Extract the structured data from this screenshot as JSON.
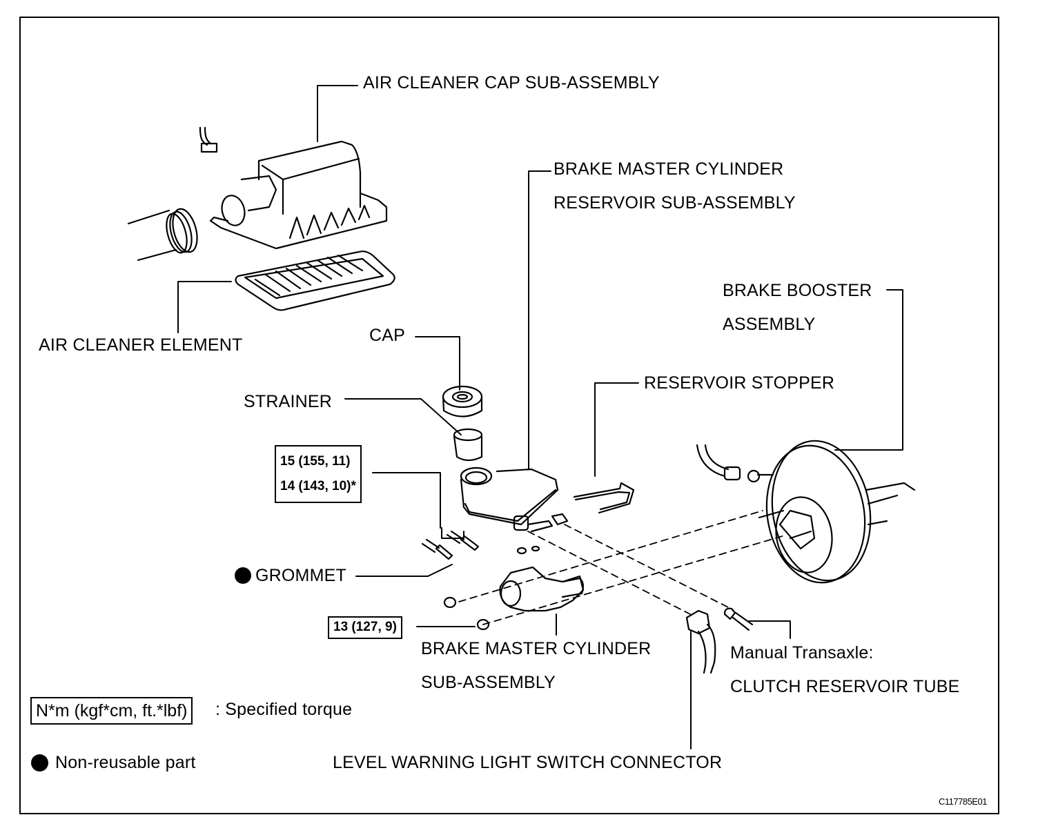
{
  "diagram": {
    "type": "exploded-parts-view",
    "labels": {
      "air_cleaner_cap": "AIR CLEANER CAP SUB-ASSEMBLY",
      "air_cleaner_element": "AIR CLEANER ELEMENT",
      "reservoir_line1": "BRAKE MASTER CYLINDER",
      "reservoir_line2": "RESERVOIR SUB-ASSEMBLY",
      "booster_line1": "BRAKE BOOSTER",
      "booster_line2": "ASSEMBLY",
      "cap": "CAP",
      "strainer": "STRAINER",
      "reservoir_stopper": "RESERVOIR STOPPER",
      "grommet": "GROMMET",
      "master_cyl_line1": "BRAKE MASTER CYLINDER",
      "master_cyl_line2": "SUB-ASSEMBLY",
      "clutch_line1": "Manual Transaxle:",
      "clutch_line2": "CLUTCH RESERVOIR TUBE",
      "level_switch": "LEVEL WARNING LIGHT SWITCH CONNECTOR"
    },
    "torques": {
      "union_bolt_1": "15 (155, 11)",
      "union_bolt_2": "14 (143, 10)*",
      "nut": "13 (127, 9)"
    },
    "legend": {
      "torque_units": "N*m (kgf*cm, ft.*lbf)",
      "torque_desc": ": Specified torque",
      "non_reusable": "Non-reusable part"
    },
    "figure_code": "C117785E01"
  }
}
